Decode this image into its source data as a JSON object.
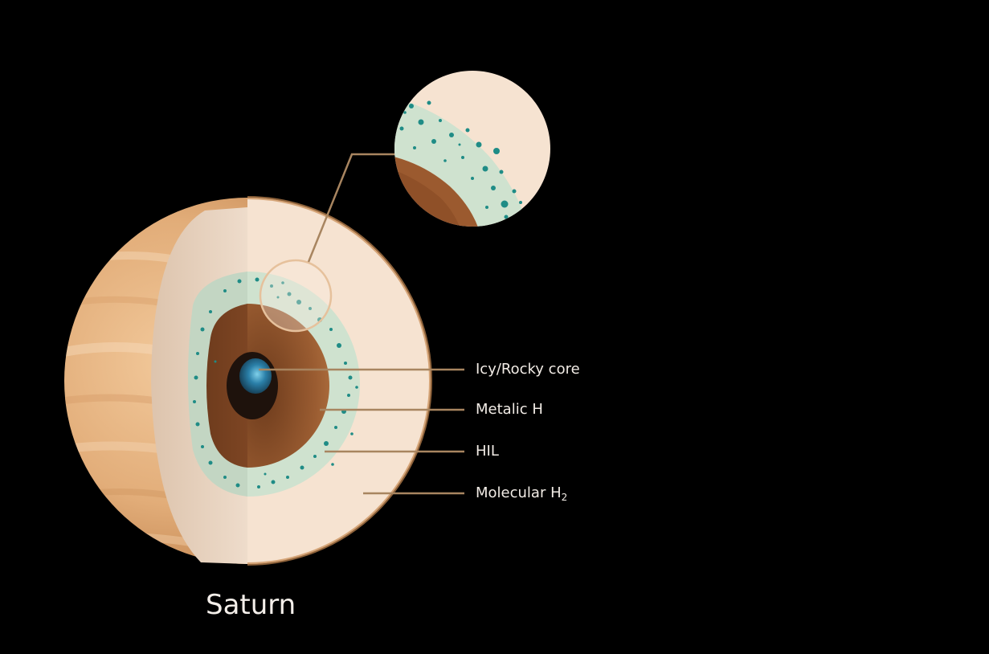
{
  "title": "Saturn",
  "labels": {
    "core": "Icy/Rocky core",
    "metallic": "Metalic H",
    "hil": "HIL",
    "molecular_base": "Molecular H",
    "molecular_sub": "2"
  },
  "colors": {
    "background": "#000000",
    "surface": "#e7b98a",
    "molecular_layer": "#f6e3d1",
    "hil_layer": "#cfe2cf",
    "metallic_layer": "#8e5229",
    "core": "#2f8fb6",
    "dots": "#1f8c86",
    "leader_lines": "#a88560"
  },
  "icons": {
    "planet": "saturn-cutaway-illustration",
    "magnifier": "zoom-inset-circle"
  }
}
